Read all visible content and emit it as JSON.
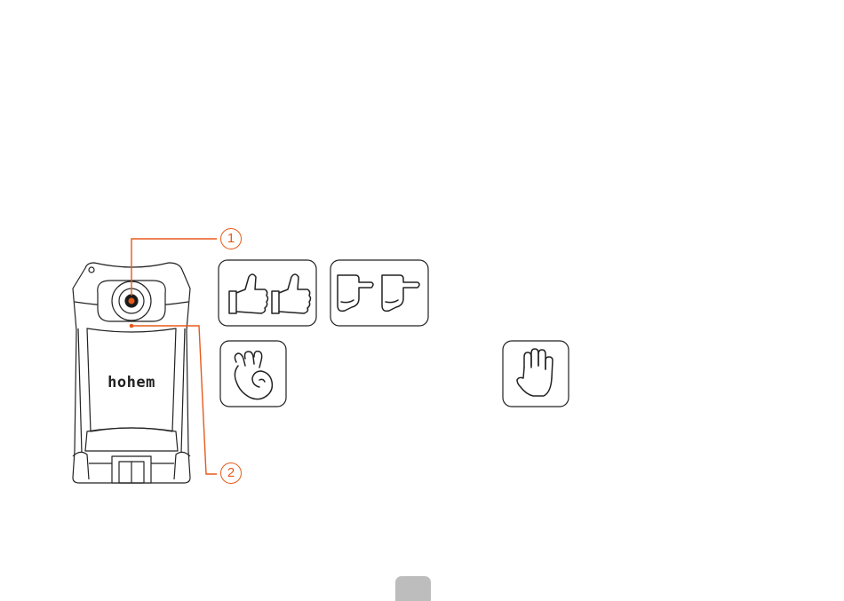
{
  "device": {
    "brand": "hohem"
  },
  "callouts": [
    {
      "number": "1"
    },
    {
      "number": "2"
    }
  ],
  "gestures": [
    {
      "icon": "double-thumbs-up-icon"
    },
    {
      "icon": "double-l-hand-icon"
    },
    {
      "icon": "ok-hand-icon"
    },
    {
      "icon": "open-palm-icon"
    }
  ],
  "colors": {
    "accent": "#e8591a",
    "line": "#222222",
    "page_tab": "#bdbdbd"
  }
}
